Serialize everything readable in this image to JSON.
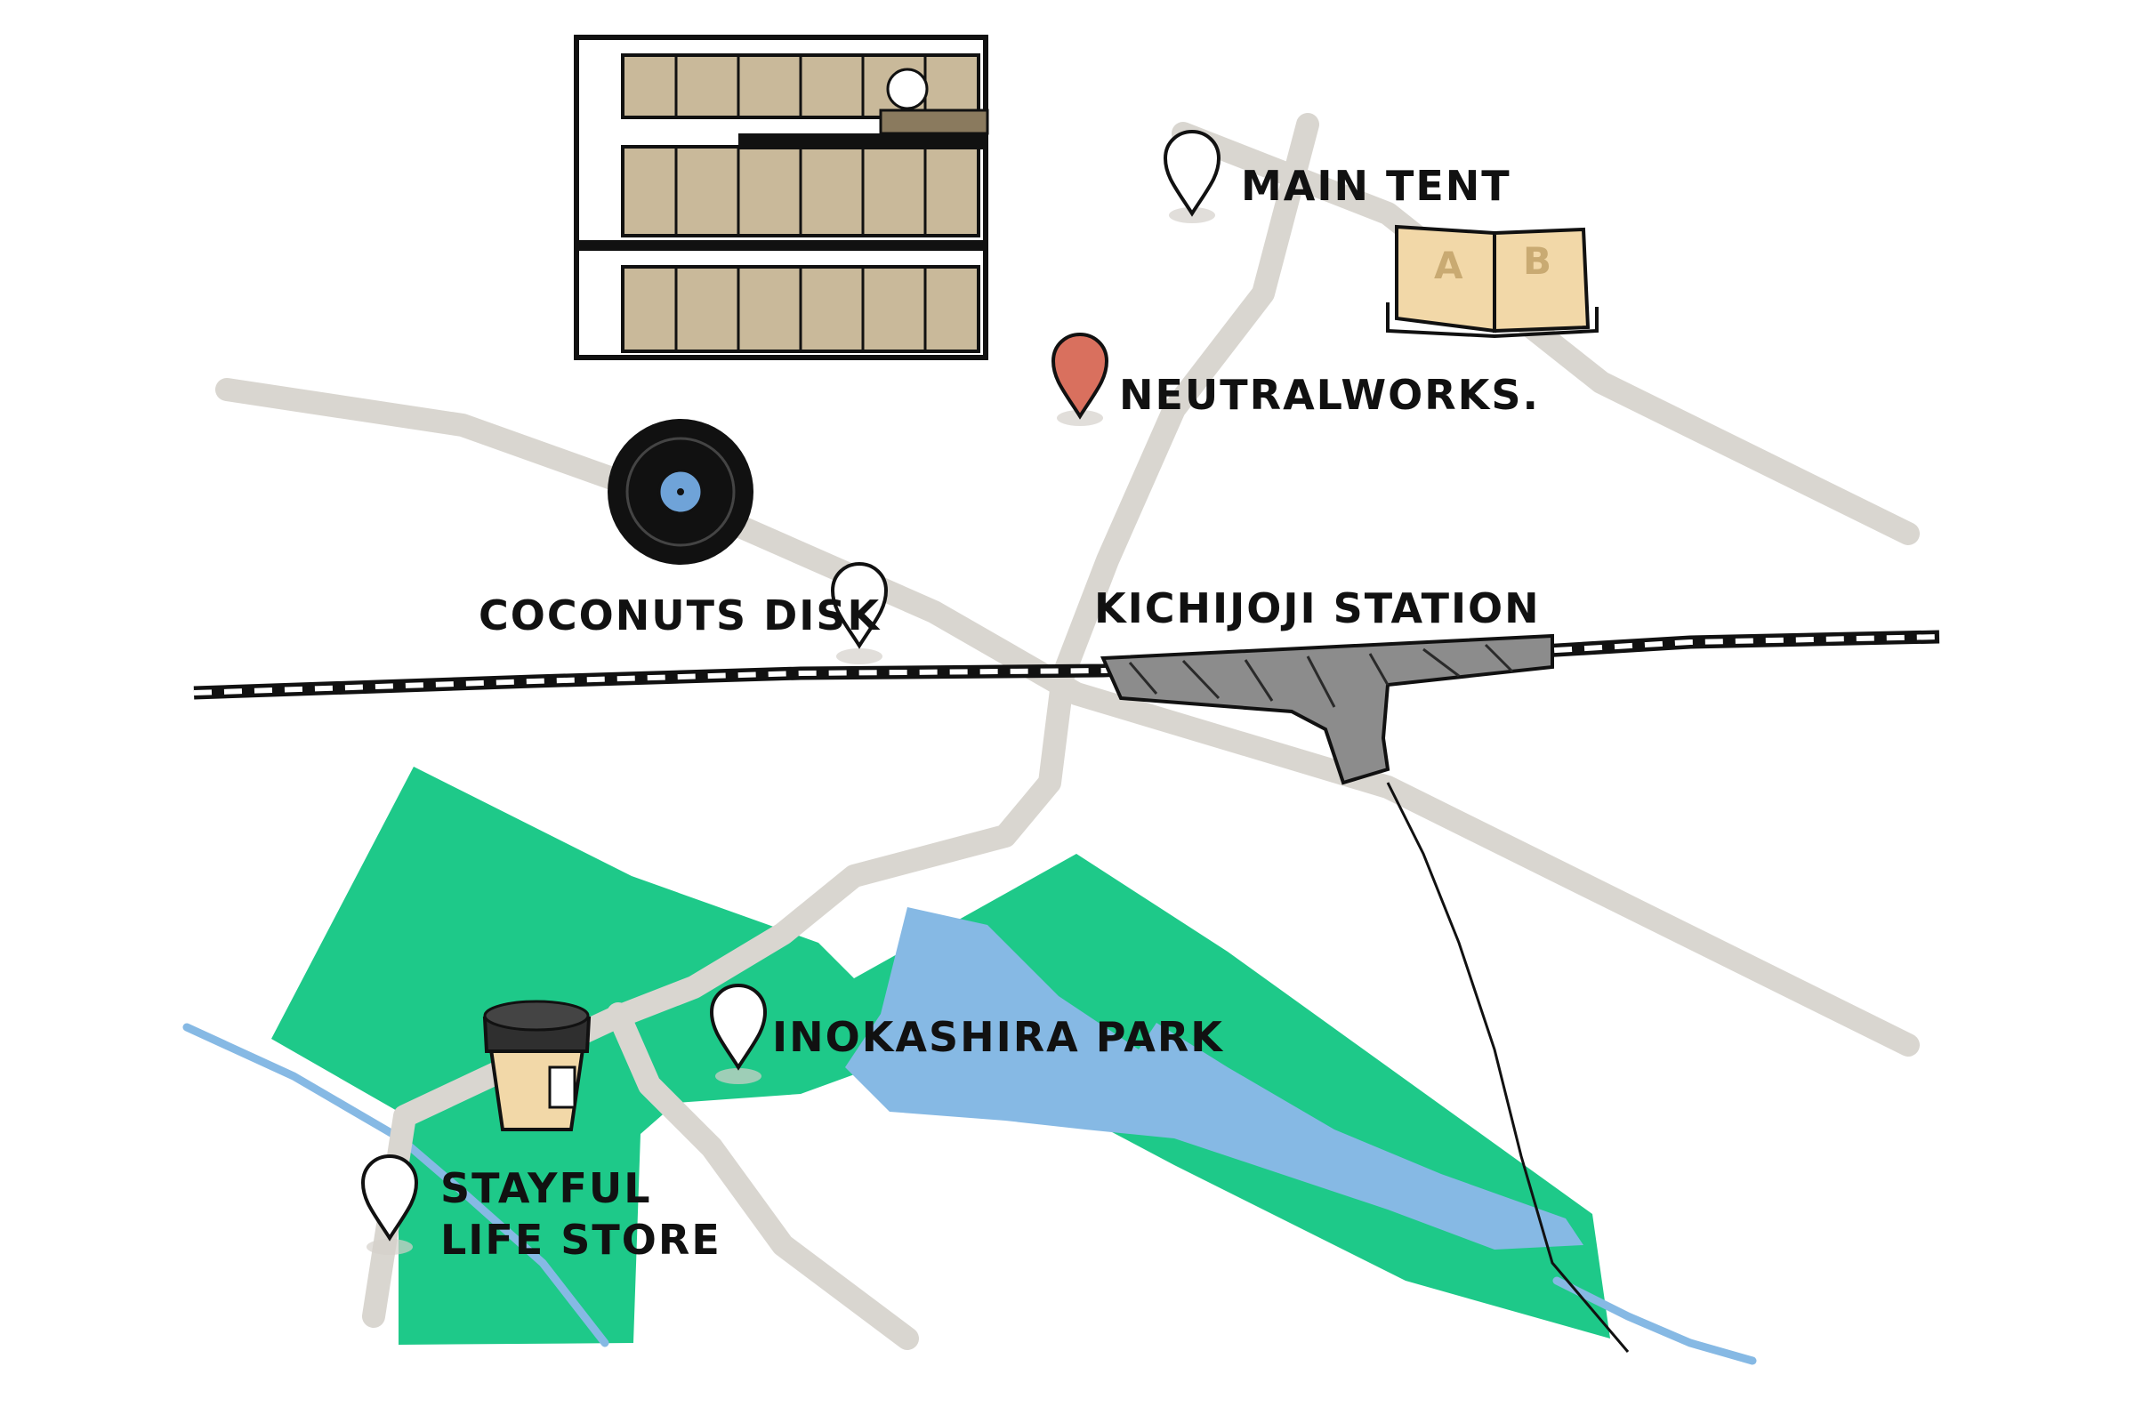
{
  "map": {
    "places": {
      "main_tent": {
        "label": "MAIN TENT",
        "pin_color": "#ffffff"
      },
      "neutralworks": {
        "label": "NEUTRALWORKS.",
        "pin_color": "#d9705e"
      },
      "coconuts_disk": {
        "label": "COCONUTS DISK",
        "pin_color": "#ffffff"
      },
      "kichijoji_station": {
        "label": "KICHIJOJI STATION"
      },
      "inokashira_park": {
        "label": "INOKASHIRA PARK",
        "pin_color": "#ffffff"
      },
      "stayful_life_store": {
        "label_line1": "STAYFUL",
        "label_line2": "LIFE STORE",
        "pin_color": "#ffffff"
      }
    },
    "book_letters": {
      "left": "A",
      "right": "B"
    },
    "colors": {
      "park": "#1ec989",
      "pond": "#86b9e4",
      "river": "#86b9e4",
      "road": "#d9d6d0",
      "rail": "#111111",
      "station": "#8c8c8c",
      "building_tint": "#c9b99a",
      "record_label": "#6fa3d8"
    },
    "icons": [
      "building-illustration",
      "book-icon",
      "vinyl-record-icon",
      "coffee-cup-icon",
      "map-pin-icon"
    ]
  }
}
